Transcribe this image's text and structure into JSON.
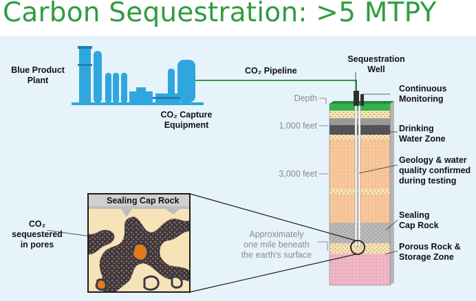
{
  "slide": {
    "title": "Carbon Sequestration: >5 MTPY",
    "accent_color": "#2e9d3f",
    "panel_color": "#e7f3fb"
  },
  "diagram": {
    "plant_label": [
      "Blue Product",
      "Plant"
    ],
    "capture_label": [
      "CO₂ Capture",
      "Equipment"
    ],
    "pipeline_label": "CO₂ Pipeline",
    "well_label": [
      "Sequestration",
      "Well"
    ],
    "depth_labels": [
      "Depth",
      "1,000 feet",
      "3,000 feet"
    ],
    "depth_note": [
      "Approximately",
      "one mile beneath",
      "the earth's surface"
    ],
    "layer_labels": [
      [
        "Continuous",
        "Monitoring"
      ],
      [
        "Drinking",
        "Water Zone"
      ],
      [
        "Geology & water",
        "quality confirmed",
        "during testing"
      ],
      [
        "Sealing",
        "Cap Rock"
      ],
      [
        "Porous Rock &",
        "Storage Zone"
      ]
    ],
    "inset_title": "Sealing Cap Rock",
    "inset_pointer_label": [
      "CO₂",
      "sequestered",
      "in pores"
    ],
    "icons": [
      "industrial-plant-icon",
      "capture-equipment-icon",
      "well-pipe-icon"
    ],
    "colors": {
      "plant_blue": "#2fa6de",
      "pipeline_green": "#2e9d3f",
      "rock_orange": "#f2c79a",
      "cap_rock_gray": "#b4b4b4",
      "storage_pink": "#f2b9c6",
      "pore_orange": "#e07a1e"
    }
  }
}
